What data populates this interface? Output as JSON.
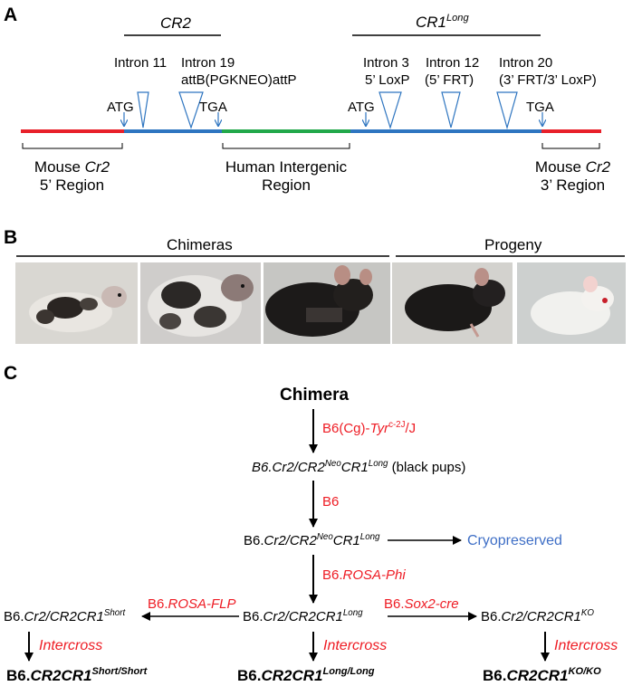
{
  "panels": {
    "a": "A",
    "b": "B",
    "c": "C"
  },
  "panel_a": {
    "cr2_label": "CR2",
    "cr1_label": "CR1",
    "cr1_sup": "Long",
    "intron11": "Intron 11",
    "intron19": "Intron 19",
    "intron19_detail": "attB(PGKNEO)attP",
    "intron3": "Intron 3",
    "intron3_detail": "5’ LoxP",
    "intron12": "Intron 12",
    "intron12_detail": "(5’ FRT)",
    "intron20": "Intron 20",
    "intron20_detail": "(3’ FRT/3’ LoxP)",
    "atg1": "ATG",
    "tga1": "TGA",
    "atg2": "ATG",
    "tga2": "TGA",
    "mouse5_line1": "Mouse Cr2",
    "mouse5_line1_plain": "Mouse ",
    "mouse5_line1_ital": "Cr2",
    "mouse5_line2": "5’ Region",
    "human_line1": "Human Intergenic",
    "human_line2": "Region",
    "mouse3_line1_plain": "Mouse ",
    "mouse3_line1_ital": "Cr2",
    "mouse3_line2": "3’ Region",
    "colors": {
      "mouse": "#e8202a",
      "cr": "#2e75c0",
      "human": "#22a84a"
    }
  },
  "panel_b": {
    "chimeras_label": "Chimeras",
    "progeny_label": "Progeny",
    "photos": [
      "chimera-mouse-1",
      "chimera-mouse-2",
      "chimera-mouse-3",
      "progeny-black-mouse",
      "progeny-white-mouse"
    ]
  },
  "panel_c": {
    "chimera": "Chimera",
    "cross1_a": "B6(Cg)-",
    "cross1_b": "Tyr",
    "cross1_sup": "c-2J",
    "cross1_c": "/J",
    "node1_a": "B6.Cr2/CR2",
    "node1_sup1": "Neo",
    "node1_b": "CR1",
    "node1_sup2": "Long",
    "node1_c": " (black pups)",
    "cross2": "B6",
    "node2_a": "B6.",
    "node2_b": "Cr2/CR2",
    "node2_sup1": "Neo",
    "node2_c": "CR1",
    "node2_sup2": "Long",
    "cryo": "Cryopreserved",
    "cross3_a": "B6.",
    "cross3_b": "ROSA-Phi",
    "node3_a": "B6.",
    "node3_b": "Cr2/CR2CR1",
    "node3_sup": "Long",
    "left_cross_a": "B6.",
    "left_cross_b": "ROSA-FLP",
    "right_cross_a": "B6.",
    "right_cross_b": "Sox2-cre",
    "left_node_a": "B6.",
    "left_node_b": "Cr2/CR2CR1",
    "left_node_sup": "Short",
    "right_node_a": "B6.",
    "right_node_b": "Cr2/CR2CR1",
    "right_node_sup": "KO",
    "intercross_left": "Intercross",
    "intercross_mid": "Intercross",
    "intercross_right": "Intercross",
    "final_left_a": "B6.",
    "final_left_b": "CR2CR1",
    "final_left_sup": "Short/Short",
    "final_mid_a": "B6.",
    "final_mid_b": "CR2CR1",
    "final_mid_sup": "Long/Long",
    "final_right_a": "B6.",
    "final_right_b": "CR2CR1",
    "final_right_sup": "KO/KO"
  }
}
